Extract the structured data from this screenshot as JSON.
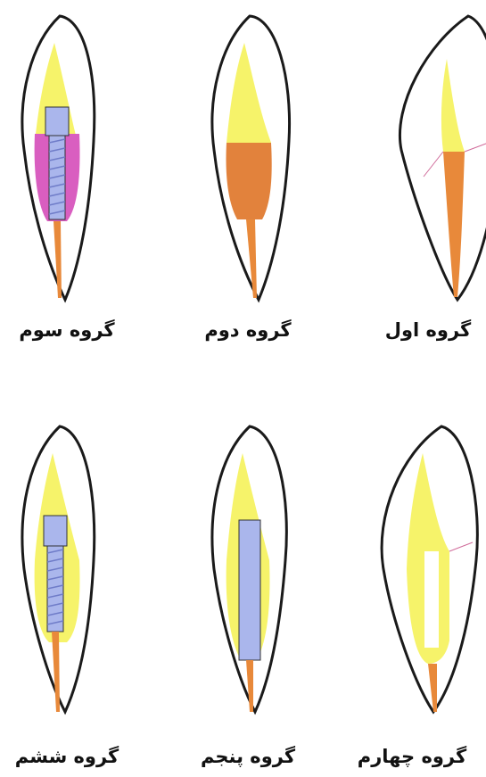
{
  "groups": [
    {
      "label": "گروه اول"
    },
    {
      "label": "گروه دوم"
    },
    {
      "label": "گروه سوم"
    },
    {
      "label": "گروه چهارم"
    },
    {
      "label": "گروه پنجم"
    },
    {
      "label": "گروه ششم"
    }
  ],
  "colors": {
    "outline": "#1a1a1a",
    "crown": "#f6f36a",
    "dentin_light": "#fbf9c2",
    "gutta_percha": "#e8893a",
    "composite_core": "#e2823c",
    "luting_cement": "#d95ec0",
    "post": "#aab6ec",
    "screw_thread": "#6f7cc8",
    "gingival_line": "#d06b9a"
  }
}
